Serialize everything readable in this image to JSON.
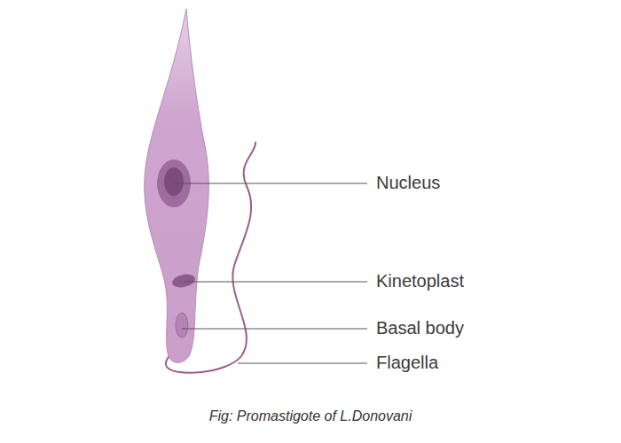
{
  "diagram": {
    "caption": "Fig: Promastigote of L.Donovani",
    "labels": [
      "Nucleus",
      "Kinetoplast",
      "Basal body",
      "Flagella"
    ]
  }
}
